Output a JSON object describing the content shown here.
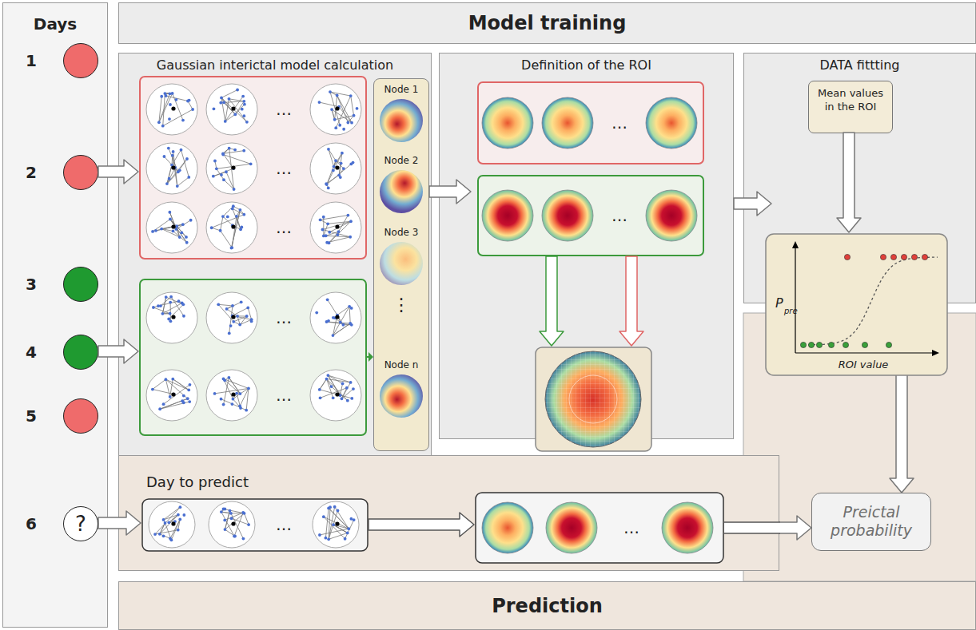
{
  "diagram": {
    "nodes": [
      {
        "text": [
          "Days"
        ]
      },
      {
        "text": [
          "1"
        ],
        "in": 0
      },
      {
        "text": [
          "2"
        ],
        "in": 0
      },
      {
        "text": [
          "3"
        ],
        "in": 0
      },
      {
        "text": [
          "4"
        ],
        "in": 0
      },
      {
        "text": [
          "5"
        ],
        "in": 0
      },
      {
        "text": [
          "6",
          "?"
        ],
        "in": 0
      },
      {
        "text": [
          "Model training"
        ]
      },
      {
        "text": [
          "Gaussian interictal model calculation"
        ]
      },
      {
        "text": [
          "Node 1",
          "Node 2",
          "Node 3",
          "⋮",
          "Node n"
        ]
      },
      {
        "text": [
          "Definition of the ROI"
        ]
      },
      {
        "text": [
          "DATA fittting"
        ]
      },
      {
        "text": [
          "Mean values in the ROI"
        ],
        "in": 11
      },
      {
        "text": [
          "Day to predict"
        ]
      },
      {
        "text": [
          "Preictal probability"
        ]
      },
      {
        "text": [
          "Prediction"
        ]
      }
    ],
    "edges": [
      {
        "from": 2,
        "to": 8,
        "arrow": "to"
      },
      {
        "from": 4,
        "to": 8,
        "arrow": "to"
      },
      {
        "from": 9,
        "to": 10,
        "arrow": "to"
      },
      {
        "from": 10,
        "to": 11,
        "arrow": "to"
      },
      {
        "from": 11,
        "to": 14,
        "arrow": "to"
      },
      {
        "from": 6,
        "to": 13,
        "arrow": "to"
      },
      {
        "from": 13,
        "to": 14,
        "arrow": "to"
      }
    ],
    "labels": [
      "…",
      "…",
      "…",
      "…",
      "…",
      "…",
      "…",
      "P",
      "pre",
      "ROI value",
      "…",
      "…"
    ]
  }
}
